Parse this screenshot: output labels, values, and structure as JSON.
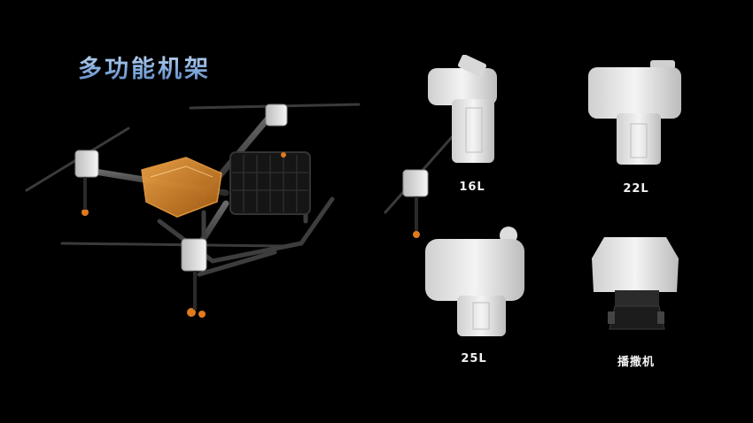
{
  "title": "多功能机架",
  "tanks": [
    {
      "label": "16L",
      "icon": "tank-16l-icon"
    },
    {
      "label": "22L",
      "icon": "tank-22l-icon"
    },
    {
      "label": "25L",
      "icon": "tank-25l-icon"
    },
    {
      "label": "播撒机",
      "icon": "spreader-icon"
    }
  ],
  "colors": {
    "background": "#000000",
    "title_gradient": [
      "#c9dcf2",
      "#5d86bf"
    ],
    "frame_accent": "#d98a2b",
    "tank_white": "#e6e6e6"
  }
}
